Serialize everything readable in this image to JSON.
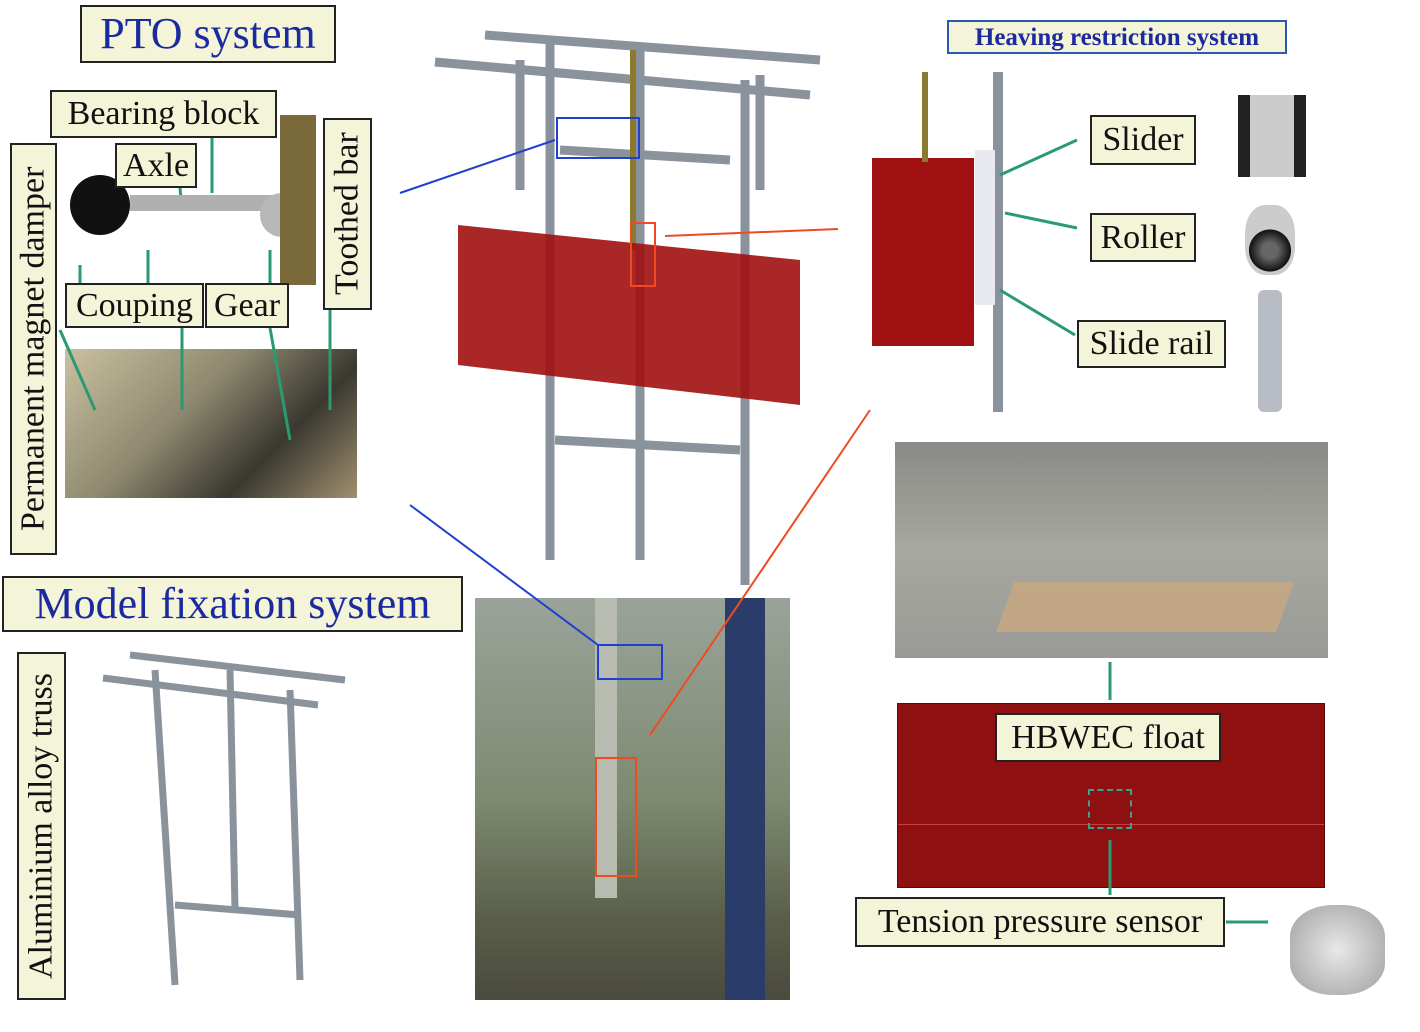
{
  "pto": {
    "title": "PTO system",
    "bearing_block": "Bearing block",
    "axle": "Axle",
    "toothed_bar": "Toothed bar",
    "damper": "Permanent magnet damper",
    "coupling": "Couping",
    "gear": "Gear"
  },
  "fixation": {
    "title": "Model fixation system",
    "truss": "Aluminium alloy truss"
  },
  "heaving": {
    "title": "Heaving restriction system",
    "slider": "Slider",
    "roller": "Roller",
    "slide_rail": "Slide rail"
  },
  "float": {
    "label": "HBWEC float",
    "sensor": "Tension pressure sensor"
  },
  "colors": {
    "label_bg": "#f4f5d8",
    "title_blue": "#1b2a9e",
    "float_red": "#8e1010",
    "arrow_green": "#2a9a70",
    "arrow_blue": "#2040d0",
    "arrow_orange": "#f04a20"
  }
}
